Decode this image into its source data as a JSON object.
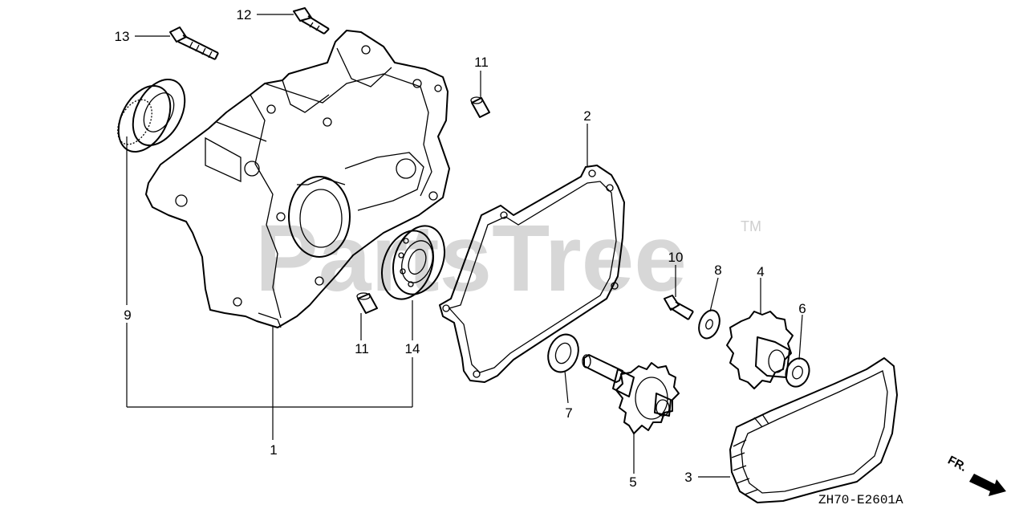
{
  "diagram": {
    "watermark": "PartsTree",
    "watermark_tm": "TM",
    "drawing_code": "ZH70-E2601A",
    "direction_label": "FR.",
    "callouts": [
      {
        "id": "c1",
        "text": "1"
      },
      {
        "id": "c2",
        "text": "2"
      },
      {
        "id": "c3",
        "text": "3"
      },
      {
        "id": "c4",
        "text": "4"
      },
      {
        "id": "c5",
        "text": "5"
      },
      {
        "id": "c6",
        "text": "6"
      },
      {
        "id": "c7",
        "text": "7"
      },
      {
        "id": "c8",
        "text": "8"
      },
      {
        "id": "c9",
        "text": "9"
      },
      {
        "id": "c10",
        "text": "10"
      },
      {
        "id": "c11a",
        "text": "11"
      },
      {
        "id": "c11b",
        "text": "11"
      },
      {
        "id": "c12",
        "text": "12"
      },
      {
        "id": "c13",
        "text": "13"
      },
      {
        "id": "c14",
        "text": "14"
      }
    ]
  }
}
